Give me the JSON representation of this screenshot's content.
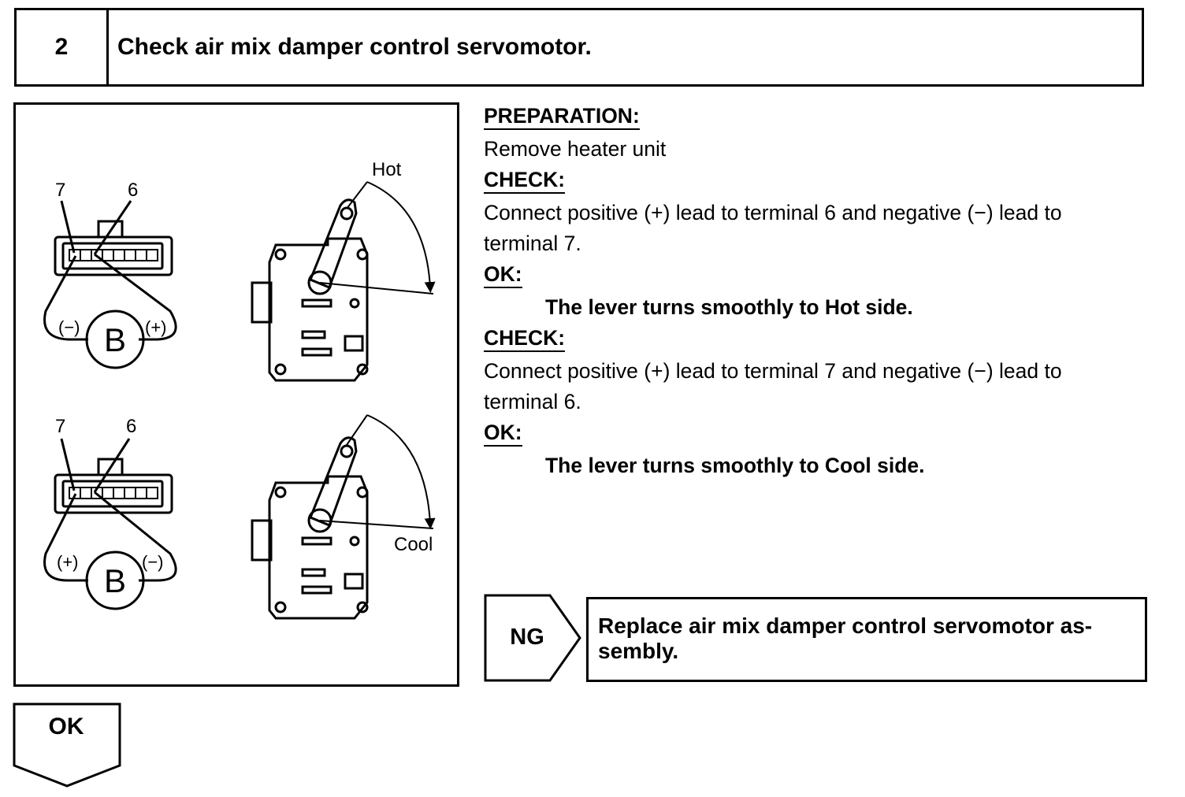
{
  "step": {
    "number": "2",
    "title": "Check air mix damper control servomotor."
  },
  "figure": {
    "top": {
      "terminal_7": "7",
      "terminal_6": "6",
      "left_polarity": "(−)",
      "right_polarity": "(+)",
      "battery": "B",
      "direction": "Hot"
    },
    "bottom": {
      "terminal_7": "7",
      "terminal_6": "6",
      "left_polarity": "(+)",
      "right_polarity": "(−)",
      "battery": "B",
      "direction": "Cool"
    }
  },
  "instructions": {
    "preparation_heading": "PREPARATION:",
    "preparation_text": "Remove heater unit",
    "check1_heading": "CHECK:",
    "check1_line1": "Connect positive (+) lead to terminal 6 and negative (−) lead to",
    "check1_line2": "terminal 7.",
    "ok1_heading": "OK:",
    "ok1_text": "The lever turns smoothly to Hot side.",
    "check2_heading": "CHECK:",
    "check2_line1": "Connect positive (+) lead to terminal 7 and negative (−) lead to",
    "check2_line2": "terminal 6.",
    "ok2_heading": "OK:",
    "ok2_text": "The lever turns smoothly to Cool side."
  },
  "ng": {
    "label": "NG",
    "line1": "Replace air mix damper control servomotor as-",
    "line2": "sembly."
  },
  "ok_flow": {
    "label": "OK"
  }
}
